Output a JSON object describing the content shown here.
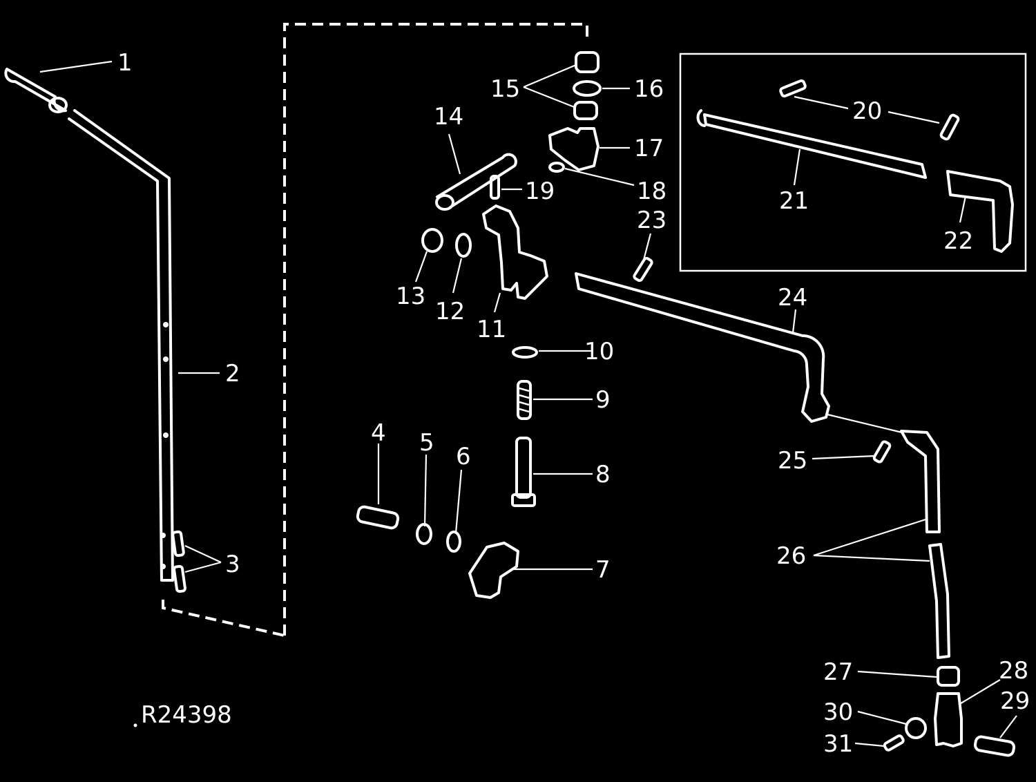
{
  "drawing_code": "R24398",
  "callouts": [
    {
      "id": "1",
      "text": "1"
    },
    {
      "id": "2",
      "text": "2"
    },
    {
      "id": "3",
      "text": "3"
    },
    {
      "id": "4",
      "text": "4"
    },
    {
      "id": "5",
      "text": "5"
    },
    {
      "id": "6",
      "text": "6"
    },
    {
      "id": "7",
      "text": "7"
    },
    {
      "id": "8",
      "text": "8"
    },
    {
      "id": "9",
      "text": "9"
    },
    {
      "id": "10",
      "text": "10"
    },
    {
      "id": "11",
      "text": "11"
    },
    {
      "id": "12",
      "text": "12"
    },
    {
      "id": "13",
      "text": "13"
    },
    {
      "id": "14",
      "text": "14"
    },
    {
      "id": "15",
      "text": "15"
    },
    {
      "id": "16",
      "text": "16"
    },
    {
      "id": "17",
      "text": "17"
    },
    {
      "id": "18",
      "text": "18"
    },
    {
      "id": "19",
      "text": "19"
    },
    {
      "id": "20",
      "text": "20"
    },
    {
      "id": "21",
      "text": "21"
    },
    {
      "id": "22",
      "text": "22"
    },
    {
      "id": "23",
      "text": "23"
    },
    {
      "id": "24",
      "text": "24"
    },
    {
      "id": "25",
      "text": "25"
    },
    {
      "id": "26",
      "text": "26"
    },
    {
      "id": "27",
      "text": "27"
    },
    {
      "id": "28",
      "text": "28"
    },
    {
      "id": "29",
      "text": "29"
    },
    {
      "id": "30",
      "text": "30"
    },
    {
      "id": "31",
      "text": "31"
    }
  ]
}
